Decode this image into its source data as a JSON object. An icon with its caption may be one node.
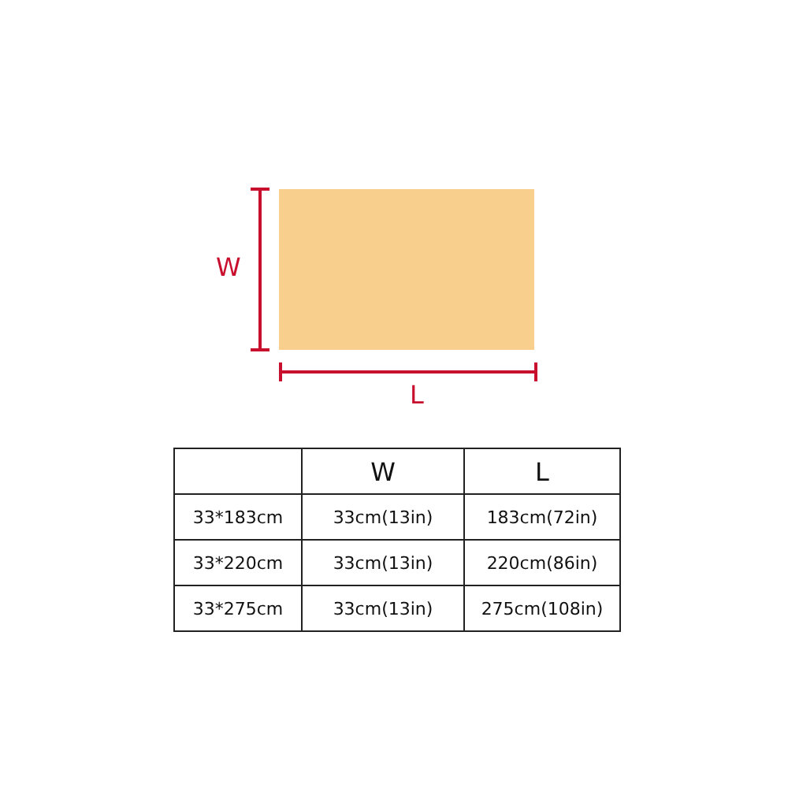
{
  "diagram": {
    "labels": [
      "W",
      "L",
      "W",
      "L",
      "33*183cm",
      "33cm(13in)",
      "183cm(72in)",
      "33*220cm",
      "33cm(13in)",
      "220cm(86in)",
      "33*275cm",
      "33cm(13in)",
      "275cm(108in)"
    ]
  }
}
